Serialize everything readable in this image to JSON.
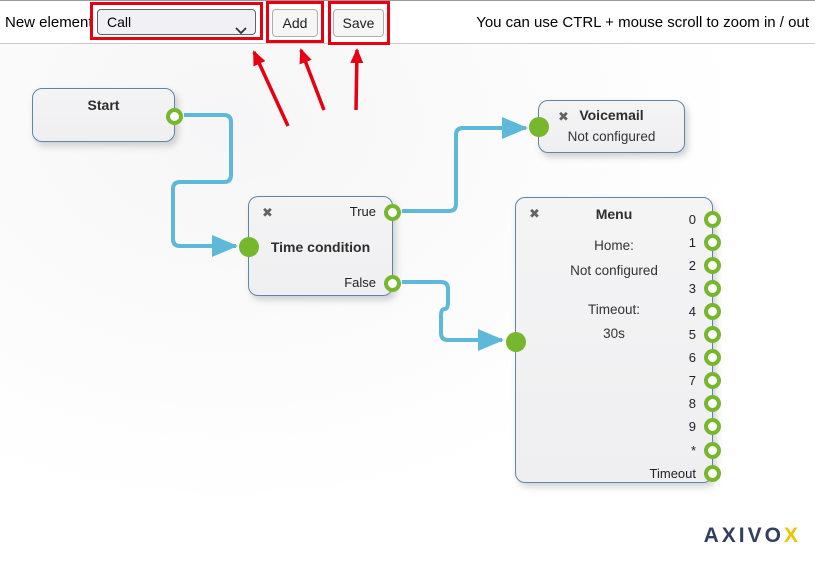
{
  "toolbar": {
    "new_element_label": "New element",
    "element_select": {
      "value": "Call"
    },
    "add_button": "Add",
    "save_button": "Save",
    "zoom_hint": "You can use CTRL + mouse scroll to zoom in / out"
  },
  "icons": {
    "close": "✖"
  },
  "nodes": {
    "start": {
      "title": "Start"
    },
    "time_condition": {
      "title": "Time condition",
      "outputs": [
        "True",
        "False"
      ]
    },
    "voicemail": {
      "title": "Voicemail",
      "status": "Not configured"
    },
    "menu": {
      "title": "Menu",
      "home_label": "Home:",
      "home_value": "Not configured",
      "timeout_label": "Timeout:",
      "timeout_value": "30s",
      "ports": [
        "0",
        "1",
        "2",
        "3",
        "4",
        "5",
        "6",
        "7",
        "8",
        "9",
        "*",
        "Timeout"
      ]
    }
  },
  "logo": {
    "main": "AXIVO",
    "accent": "X"
  },
  "colors": {
    "connector_blue": "#5db8d9",
    "port_green": "#76b72e",
    "node_border": "#5b87ad",
    "highlight_red": "#e60012",
    "logo_navy": "#333f5f",
    "logo_yellow": "#f0c300"
  }
}
